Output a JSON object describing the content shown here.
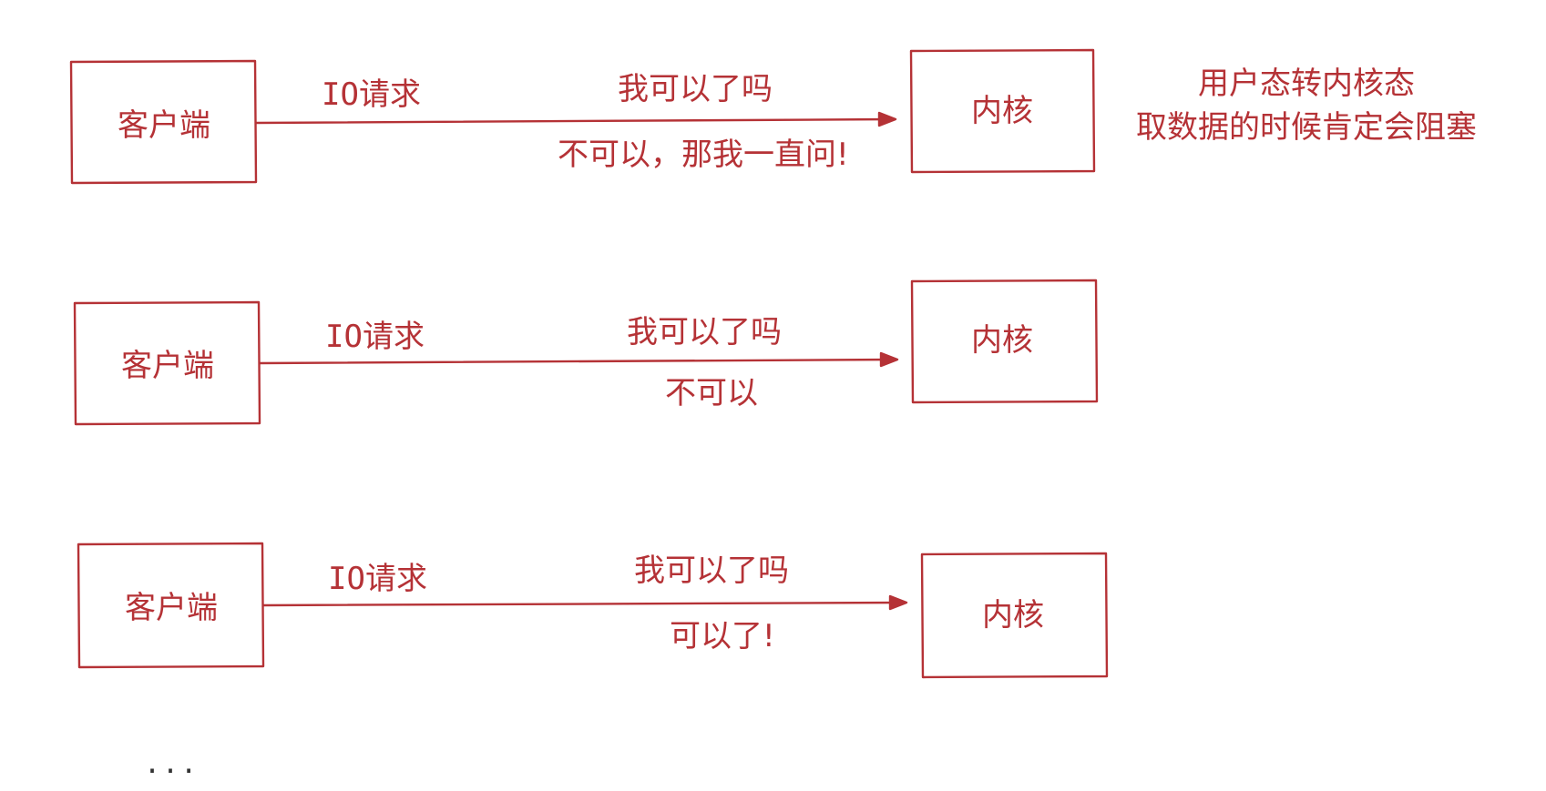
{
  "colors": {
    "stroke": "#b53236",
    "text": "#b53236",
    "ellipsis": "#333333"
  },
  "rows": [
    {
      "client_label": "客户端",
      "request_label": "IO请求",
      "question_label": "我可以了吗",
      "answer_label": "不可以，那我一直问!",
      "kernel_label": "内核"
    },
    {
      "client_label": "客户端",
      "request_label": "IO请求",
      "question_label": "我可以了吗",
      "answer_label": "不可以",
      "kernel_label": "内核"
    },
    {
      "client_label": "客户端",
      "request_label": "IO请求",
      "question_label": "我可以了吗",
      "answer_label": "可以了!",
      "kernel_label": "内核"
    }
  ],
  "note": {
    "line1": "用户态转内核态",
    "line2": "取数据的时候肯定会阻塞"
  },
  "ellipsis": "..."
}
